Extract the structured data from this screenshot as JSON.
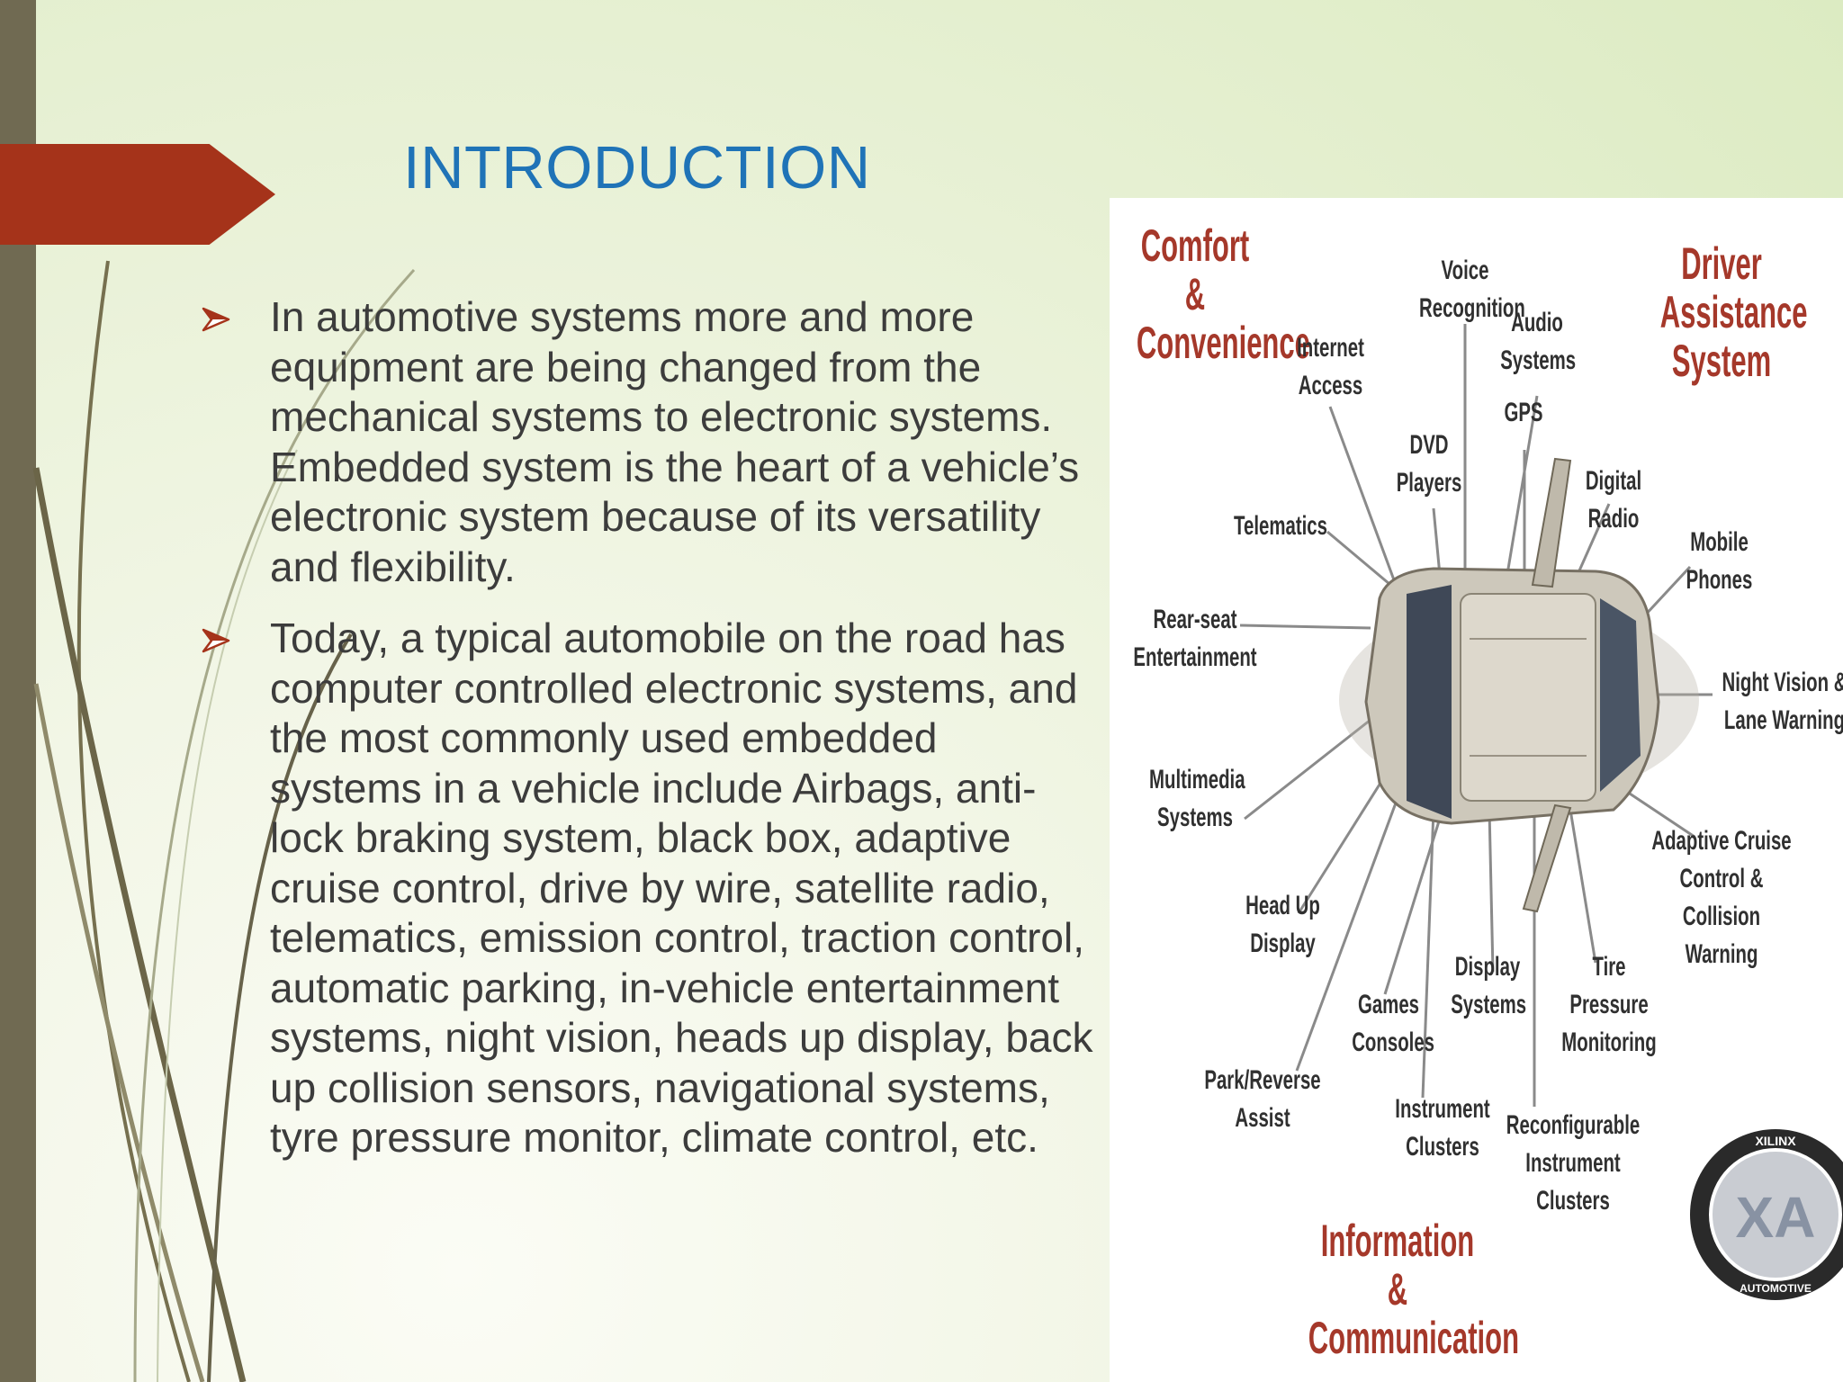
{
  "slide": {
    "title": "INTRODUCTION",
    "bullets": [
      "In automotive systems more and more equipment are being changed from the mechanical systems to electronic systems. Embedded system is the heart of a vehicle’s electronic system because of its versatility and flexibility.",
      "Today, a typical automobile on the road has computer controlled electronic systems, and the most commonly used embedded systems in a vehicle include Airbags, anti-lock braking system, black box, adaptive cruise control, drive by wire, satellite radio, telematics, emission control, traction control, automatic parking, in-vehicle entertainment systems, night vision, heads up display, back up collision sensors, navigational systems, tyre pressure monitor, climate control, etc."
    ],
    "colors": {
      "title": "#1f73b7",
      "accent_arrow": "#a5331a",
      "left_bar": "#706a52",
      "body_text": "#3c3c3c",
      "figure_category": "#a5382a"
    }
  },
  "figure": {
    "categories": {
      "comfort": "Comfort &\nConvenience",
      "driver": "Driver\nAssistance\nSystem",
      "info": "Information &\nCommunication"
    },
    "labels": {
      "voice": "Voice\nRecognition",
      "internet": "Internet\nAccess",
      "audio": "Audio\nSystems",
      "gps": "GPS",
      "dvd": "DVD\nPlayers",
      "digital_radio": "Digital\nRadio",
      "telematics": "Telematics",
      "mobile": "Mobile\nPhones",
      "rear_seat": "Rear-seat\nEntertainment",
      "night_vision": "Night Vision &\nLane Warning",
      "multimedia": "Multimedia\nSystems",
      "acc": "Adaptive Cruise\nControl &\nCollision Warning",
      "hud": "Head Up\nDisplay",
      "tire": "Tire Pressure\nMonitoring",
      "display": "Display\nSystems",
      "games": "Games\nConsoles",
      "park": "Park/Reverse\nAssist",
      "instrument": "Instrument\nClusters",
      "reconfig": "Reconfigurable\nInstrument Clusters"
    },
    "badge": {
      "top": "XILINX",
      "center": "XA",
      "bottom": "AUTOMOTIVE"
    }
  }
}
